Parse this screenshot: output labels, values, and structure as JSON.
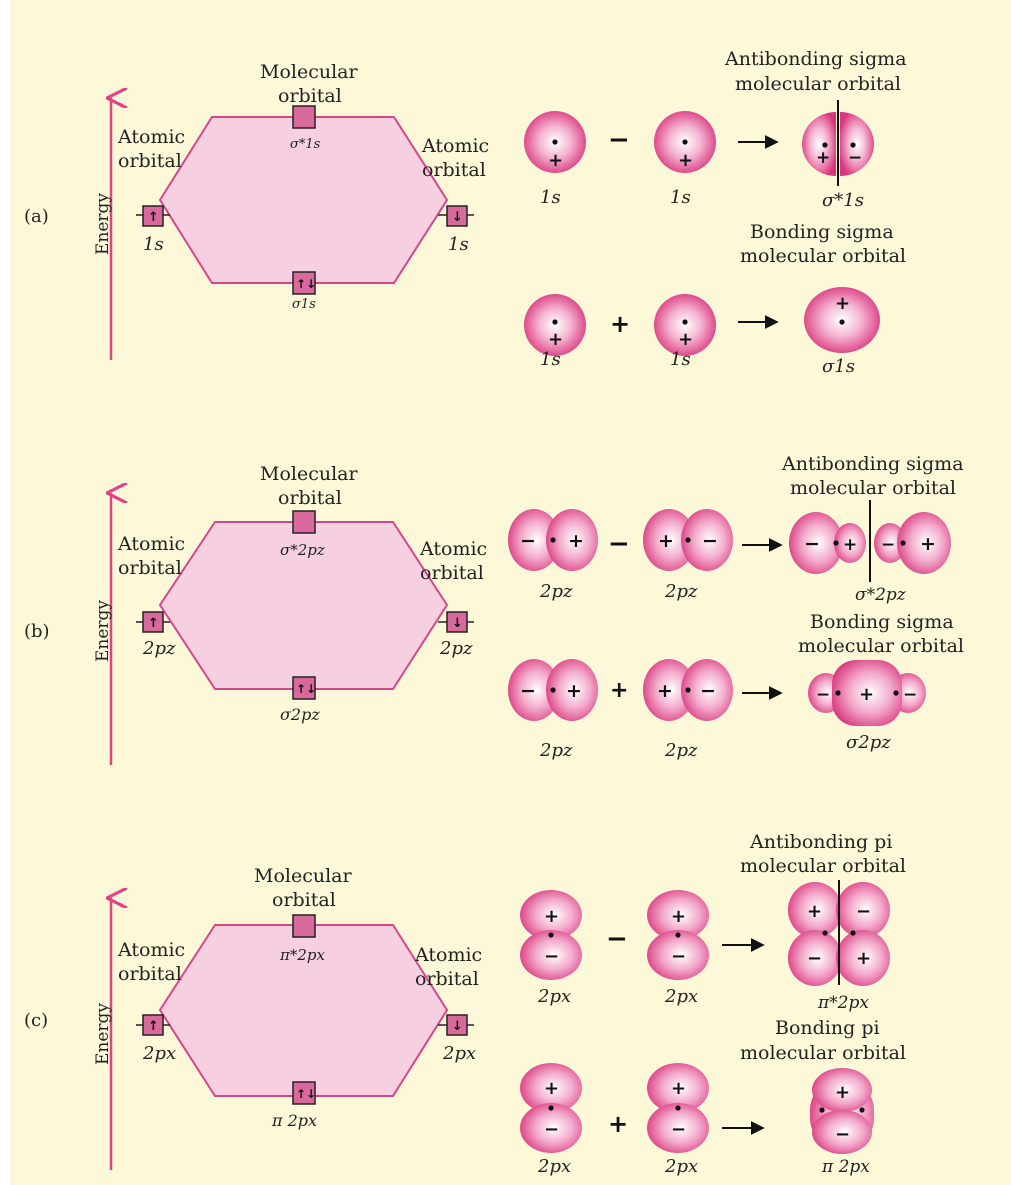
{
  "colors": {
    "background": "#fcf8d8",
    "pink": "#e0407e",
    "pink_light": "#f7c5dc",
    "hex_fill": "#f6cfe0",
    "hex_stroke": "#d6478a",
    "arrow": "#e2418a"
  },
  "labels": {
    "energy": "Energy",
    "atomic": [
      "Atomic",
      "orbital"
    ],
    "molecular": [
      "Molecular",
      "orbital"
    ]
  },
  "panels": [
    {
      "tag": "(a)",
      "left_ao": "1s",
      "right_ao": "1s",
      "mo_top": "σ*1s",
      "mo_bottom": "σ1s",
      "antibonding_title": [
        "Antibonding sigma",
        "molecular orbital"
      ],
      "bonding_title": [
        "Bonding sigma",
        "molecular orbital"
      ],
      "ab_row": {
        "a": "1s",
        "op": "−",
        "b": "1s",
        "result": "σ*1s"
      },
      "b_row": {
        "a": "1s",
        "op": "+",
        "b": "1s",
        "result": "σ1s"
      }
    },
    {
      "tag": "(b)",
      "left_ao": "2pz",
      "right_ao": "2pz",
      "mo_top": "σ*2pz",
      "mo_bottom": "σ2pz",
      "antibonding_title": [
        "Antibonding sigma",
        "molecular orbital"
      ],
      "bonding_title": [
        "Bonding sigma",
        "molecular orbital"
      ],
      "ab_row": {
        "a": "2pz",
        "op": "−",
        "b": "2pz",
        "result": "σ*2pz"
      },
      "b_row": {
        "a": "2pz",
        "op": "+",
        "b": "2pz",
        "result": "σ2pz"
      }
    },
    {
      "tag": "(c)",
      "left_ao": "2px",
      "right_ao": "2px",
      "mo_top": "π*2px",
      "mo_bottom": "π 2px",
      "antibonding_title": [
        "Antibonding pi",
        "molecular orbital"
      ],
      "bonding_title": [
        "Bonding pi",
        "molecular orbital"
      ],
      "ab_row": {
        "a": "2px",
        "op": "−",
        "b": "2px",
        "result": "π*2px"
      },
      "b_row": {
        "a": "2px",
        "op": "+",
        "b": "2px",
        "result": "π 2px"
      }
    }
  ]
}
